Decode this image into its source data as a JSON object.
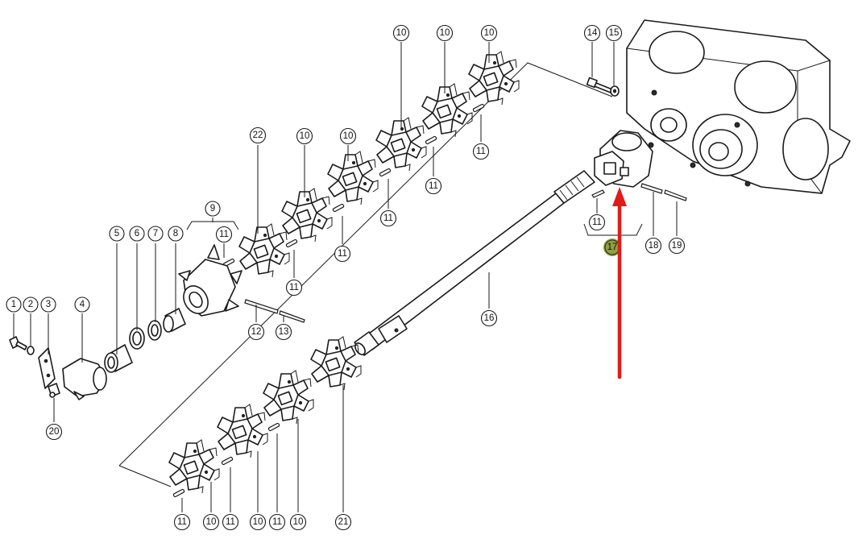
{
  "diagram": {
    "highlight_color": "#7d8f1e",
    "arrow_color": "#e01b1b",
    "highlighted_part": "17",
    "callouts": [
      {
        "id": "c1",
        "label": "1"
      },
      {
        "id": "c2",
        "label": "2"
      },
      {
        "id": "c3",
        "label": "3"
      },
      {
        "id": "c4",
        "label": "4"
      },
      {
        "id": "c5",
        "label": "5"
      },
      {
        "id": "c6",
        "label": "6"
      },
      {
        "id": "c7",
        "label": "7"
      },
      {
        "id": "c8",
        "label": "8"
      },
      {
        "id": "c9",
        "label": "9"
      },
      {
        "id": "c10a",
        "label": "10"
      },
      {
        "id": "c10b",
        "label": "10"
      },
      {
        "id": "c10c",
        "label": "10"
      },
      {
        "id": "c10d",
        "label": "10"
      },
      {
        "id": "c10e",
        "label": "10"
      },
      {
        "id": "c10f",
        "label": "10"
      },
      {
        "id": "c10g",
        "label": "10"
      },
      {
        "id": "c10h",
        "label": "10"
      },
      {
        "id": "c11a",
        "label": "11"
      },
      {
        "id": "c11b",
        "label": "11"
      },
      {
        "id": "c11c",
        "label": "11"
      },
      {
        "id": "c11d",
        "label": "11"
      },
      {
        "id": "c11e",
        "label": "11"
      },
      {
        "id": "c11f",
        "label": "11"
      },
      {
        "id": "c11g",
        "label": "11"
      },
      {
        "id": "c11h",
        "label": "11"
      },
      {
        "id": "c11i",
        "label": "11"
      },
      {
        "id": "c11j",
        "label": "11"
      },
      {
        "id": "c12",
        "label": "12"
      },
      {
        "id": "c13",
        "label": "13"
      },
      {
        "id": "c14",
        "label": "14"
      },
      {
        "id": "c15",
        "label": "15"
      },
      {
        "id": "c16",
        "label": "16"
      },
      {
        "id": "c17",
        "label": "17"
      },
      {
        "id": "c18",
        "label": "18"
      },
      {
        "id": "c19",
        "label": "19"
      },
      {
        "id": "c20",
        "label": "20"
      },
      {
        "id": "c21",
        "label": "21"
      },
      {
        "id": "c22",
        "label": "22"
      }
    ]
  }
}
